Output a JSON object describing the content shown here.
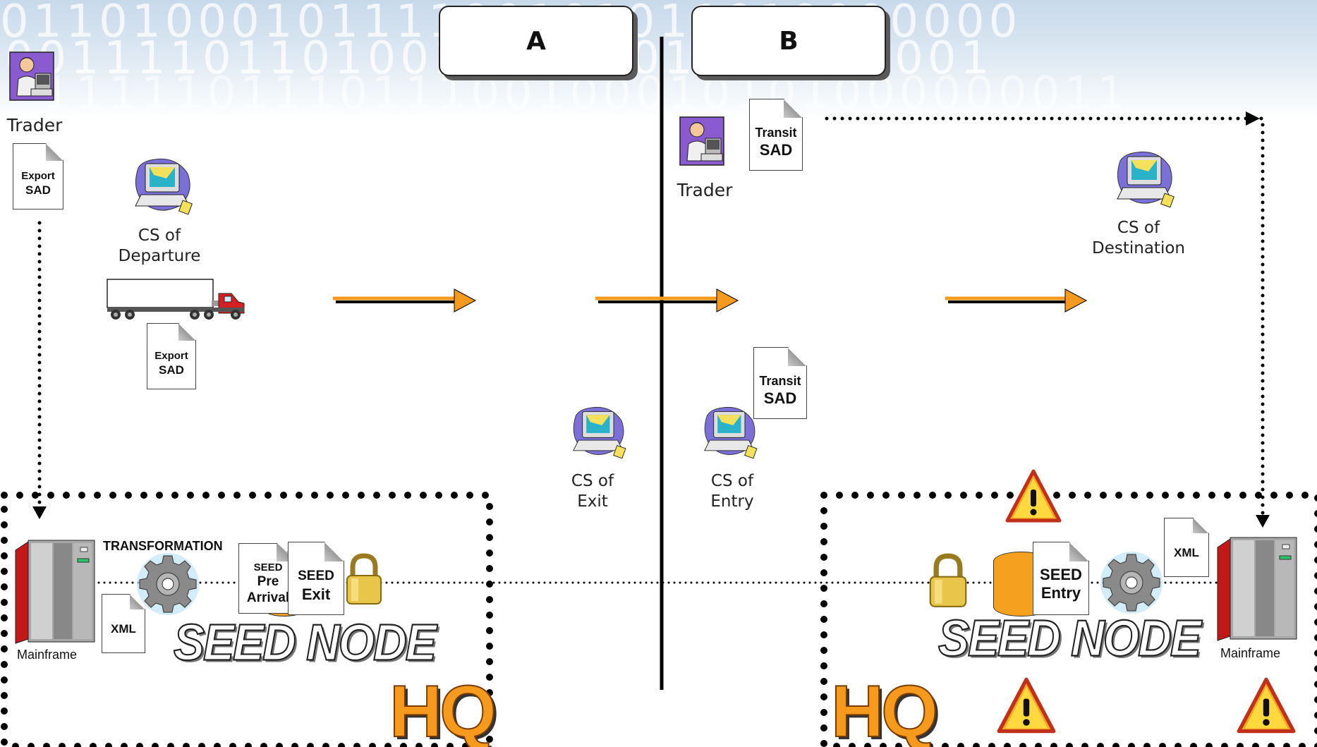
{
  "countries": {
    "a": "A",
    "b": "B"
  },
  "background": {
    "digits": [
      "0110100010111100101011010000000",
      "1001111011010010110101000010001",
      "111110111011100100010101000000011"
    ]
  },
  "left": {
    "trader": "Trader",
    "export_doc": {
      "line1": "Export",
      "line2": "SAD"
    },
    "cs_departure": {
      "line1": "CS of",
      "line2": "Departure"
    },
    "truck_doc": {
      "line1": "Export",
      "line2": "SAD"
    },
    "hq": {
      "mainframe": "Mainframe",
      "transformation": "TRANSFORMATION",
      "xml": "XML",
      "seed_pre": {
        "line1": "SEED",
        "line2": "Pre",
        "line3": "Arrival"
      },
      "seed_exit": {
        "line1": "SEED",
        "line2": "Exit"
      },
      "seed_node": "SEED NODE",
      "hq": "HQ"
    }
  },
  "middle": {
    "cs_exit": {
      "line1": "CS of",
      "line2": "Exit"
    },
    "cs_entry": {
      "line1": "CS of",
      "line2": "Entry"
    }
  },
  "right": {
    "trader": "Trader",
    "transit_doc_top": {
      "line1": "Transit",
      "line2": "SAD"
    },
    "transit_doc_mid": {
      "line1": "Transit",
      "line2": "SAD"
    },
    "cs_destination": {
      "line1": "CS of",
      "line2": "Destination"
    },
    "hq": {
      "seed_entry": {
        "line1": "SEED",
        "line2": "Entry"
      },
      "xml": "XML",
      "mainframe": "Mainframe",
      "seed_node": "SEED NODE",
      "hq": "HQ"
    }
  },
  "colors": {
    "arrow": "#f59a1c",
    "hq": "#f59a1c",
    "dots": "#000000",
    "dotted_arrow": "#1a7a5a"
  }
}
